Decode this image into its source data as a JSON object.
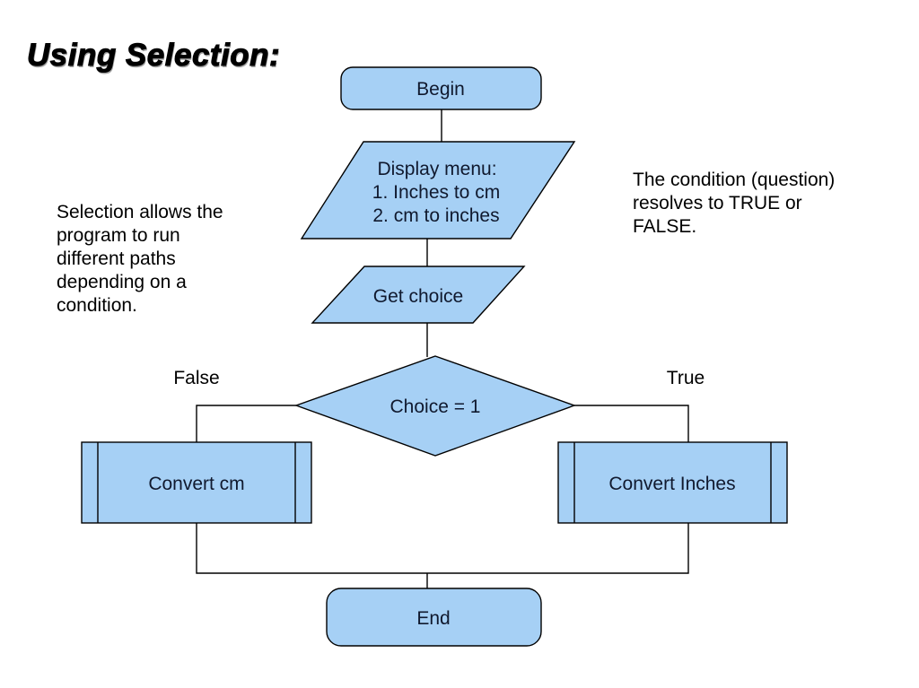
{
  "slide": {
    "title": "Using Selection:",
    "background_color": "#ffffff"
  },
  "annotations": {
    "selection_note": "Selection allows the\nprogram to run\ndifferent paths\ndepending on a\ncondition.",
    "condition_note": "The condition (question)\nresolves to TRUE or\nFALSE."
  },
  "flowchart": {
    "colors": {
      "node_fill": "#a6d0f5",
      "node_border": "#000000",
      "node_text": "#10192e",
      "connector": "#000000",
      "label_text": "#000000"
    },
    "nodes": {
      "begin": {
        "type": "terminator",
        "label": "Begin"
      },
      "display_menu": {
        "type": "input-output",
        "lines": [
          "Display menu:",
          "1. Inches to cm",
          "2. cm to inches"
        ]
      },
      "get_choice": {
        "type": "input-output",
        "label": "Get choice"
      },
      "decision": {
        "type": "decision",
        "label": "Choice = 1"
      },
      "convert_cm": {
        "type": "predefined-process",
        "label": "Convert cm"
      },
      "convert_inches": {
        "type": "predefined-process",
        "label": "Convert Inches"
      },
      "end": {
        "type": "terminator",
        "label": "End"
      }
    },
    "branches": {
      "false_label": "False",
      "true_label": "True"
    }
  }
}
